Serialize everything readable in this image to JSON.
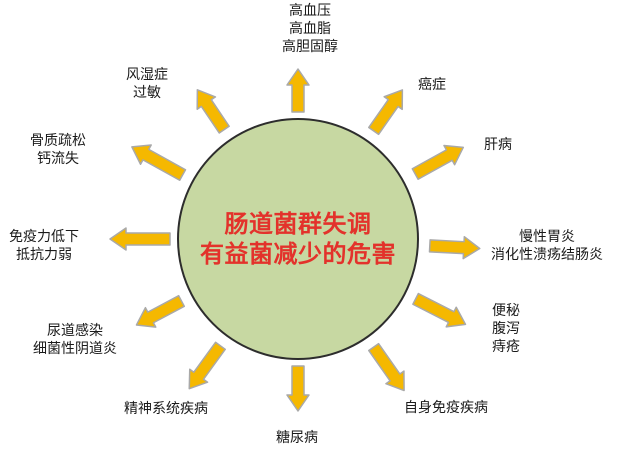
{
  "colors": {
    "arrow_fill": "#f5b800",
    "arrow_stroke": "#a9a9a9",
    "circle_fill": "#c7d8a2",
    "circle_border": "#2d2d2d",
    "center_text": "#e3322b",
    "label_text": "#1a1a1a"
  },
  "center": {
    "line1": "肠道菌群失调",
    "line2": "有益菌减少的危害"
  },
  "labels": {
    "top": {
      "line1": "高血压",
      "line2": "高血脂",
      "line3": "高胆固醇"
    },
    "cancer": {
      "line1": "癌症"
    },
    "liver": {
      "line1": "肝病"
    },
    "gastro": {
      "line1": "慢性胃炎",
      "line2": "消化性溃疡结肠炎"
    },
    "bowel": {
      "line1": "便秘",
      "line2": "腹泻",
      "line3": "痔疮"
    },
    "autoimmune": {
      "line1": "自身免疫疾病"
    },
    "diabetes": {
      "line1": "糖尿病"
    },
    "mental": {
      "line1": "精神系统疾病"
    },
    "urinary": {
      "line1": "尿道感染",
      "line2": "细菌性阴道炎"
    },
    "immunity": {
      "line1": "免疫力低下",
      "line2": "抵抗力弱"
    },
    "bone": {
      "line1": "骨质疏松",
      "line2": "钙流失"
    },
    "allergy": {
      "line1": "风湿症",
      "line2": "过敏"
    }
  }
}
